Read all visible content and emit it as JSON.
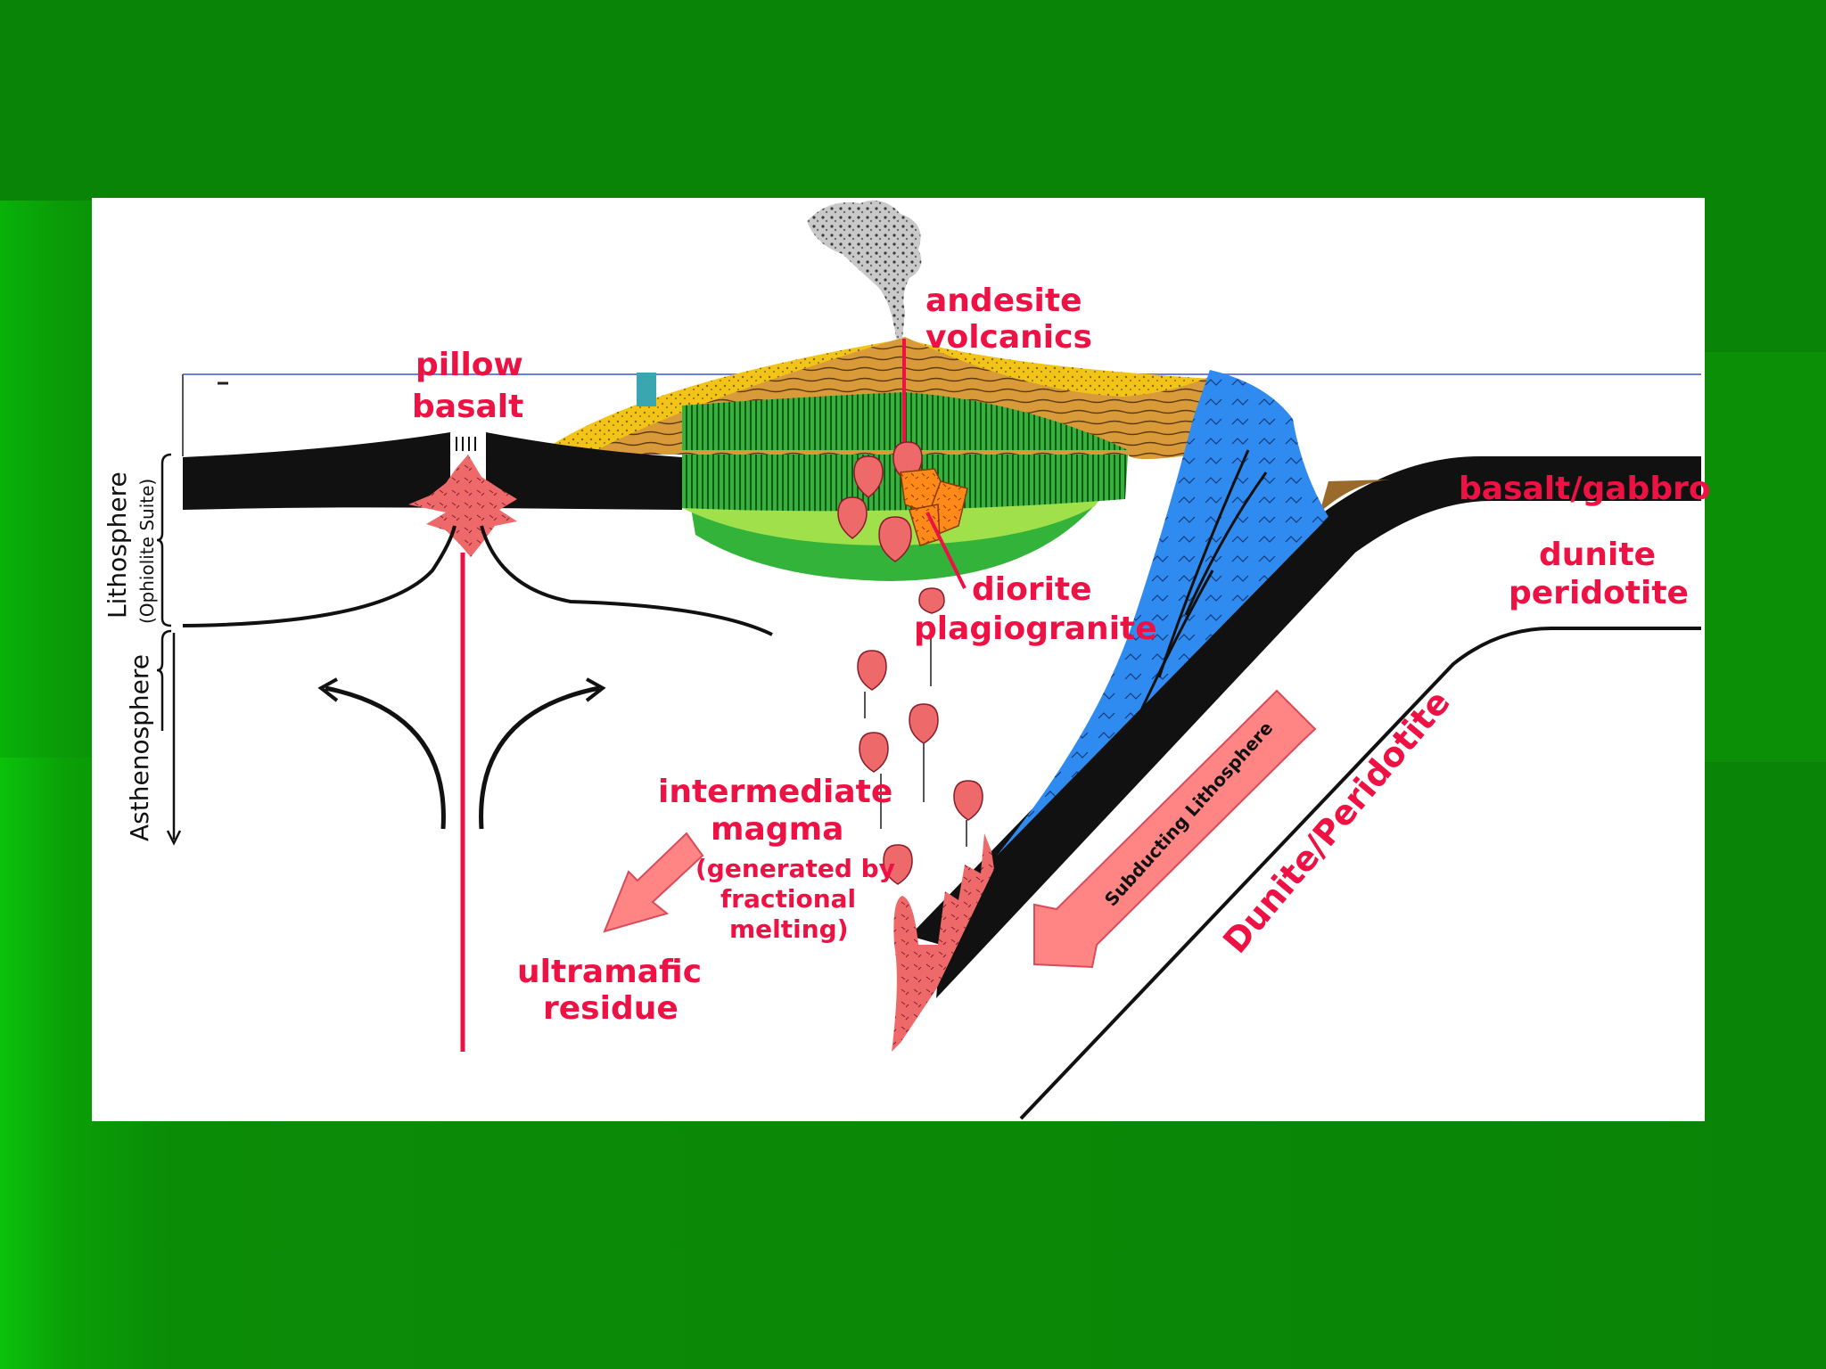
{
  "colors": {
    "background_green": "#0a8406",
    "panel": "#ffffff",
    "label_red": "#ee1244",
    "plate_black": "#111111",
    "wedge_blue": "#2f8bf0",
    "magma_pink": "#ee6a6a",
    "green_crust": "#33b33a",
    "light_green": "#9fe04b",
    "tan_sediment": "#d99a3a",
    "yellow_sediment": "#f2c418"
  },
  "labels": {
    "andesite": [
      "andesite",
      "volcanics"
    ],
    "pillow": [
      "pillow",
      "basalt"
    ],
    "basalt_gabbro": "basalt/gabbro",
    "dunite": [
      "dunite",
      "peridotite"
    ],
    "diorite": [
      "diorite",
      "plagiogranite"
    ],
    "intermediate": [
      "intermediate",
      "magma"
    ],
    "generated": [
      "(generated by",
      "fractional",
      "melting)"
    ],
    "ultramafic": [
      "ultramafic",
      "residue"
    ],
    "subducting": "Subducting Lithosphere",
    "dunite_peridotite": "Dunite/Peridotite",
    "lithosphere": "Lithosphere",
    "ophiolite": "(Ophiolite Suite)",
    "asthenosphere": "Asthenosphere"
  },
  "icons": [
    "mantle-flow-arrows",
    "volcanic-ash-plume",
    "magma-diapir-drops",
    "subduction-arrow",
    "residue-arrow"
  ]
}
